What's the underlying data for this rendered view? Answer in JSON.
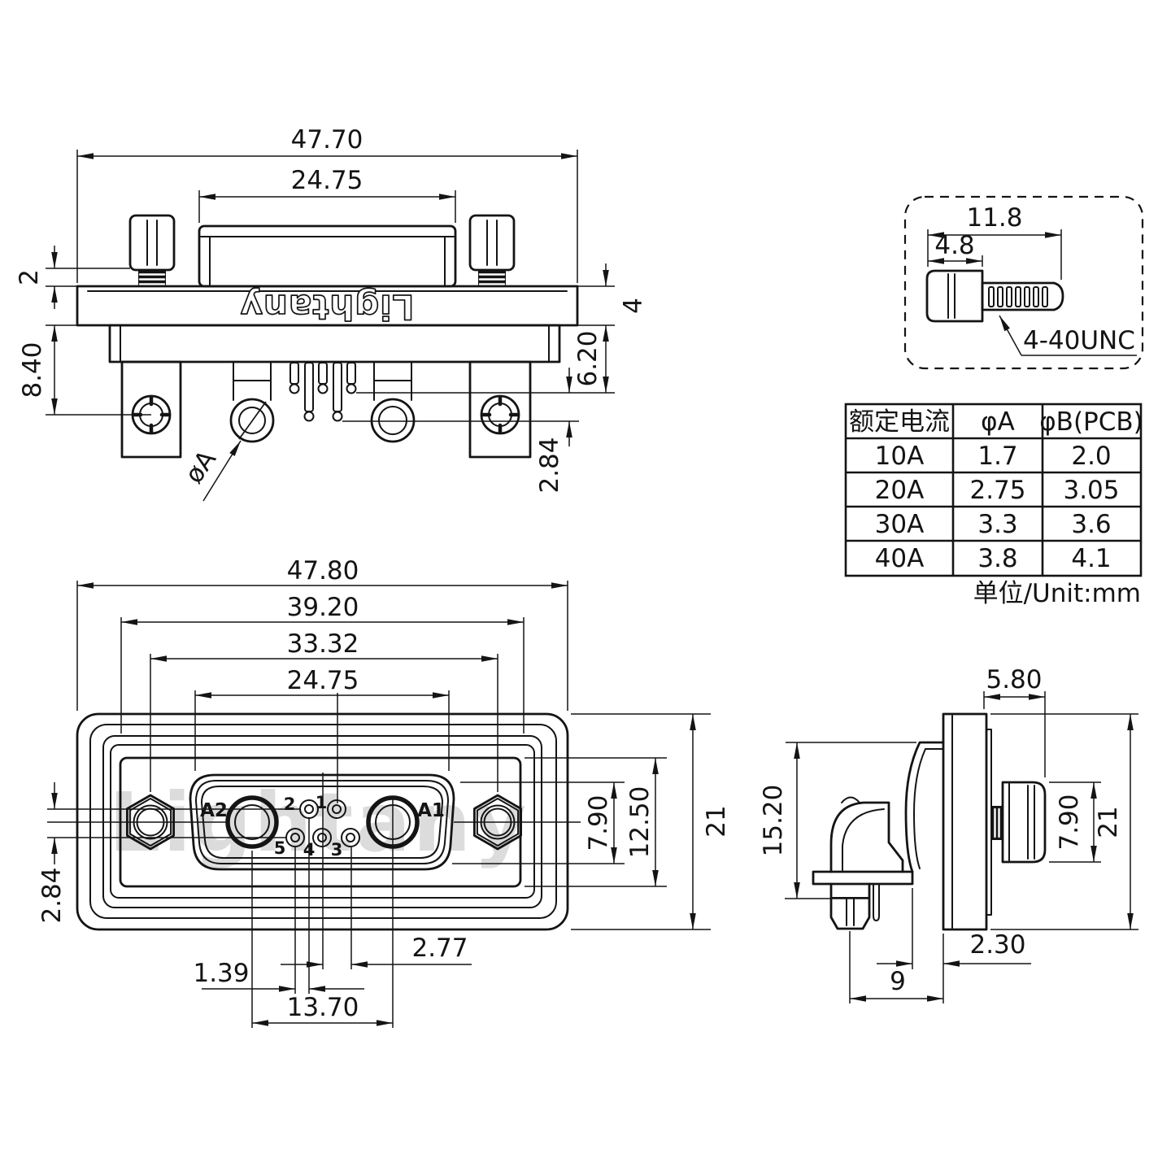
{
  "drawing": {
    "brand_logo": "Lightany",
    "watermark": "Lightany"
  },
  "top_view": {
    "dims": {
      "overall_width": "47.70",
      "shroud_width": "24.75",
      "washer_gap": "2",
      "bracket_drop": "8.40",
      "flange_thickness": "4",
      "rear_body_depth": "6.20",
      "pin_row_stagger": "2.84",
      "contact_diameter_label": "øA"
    }
  },
  "screw_detail": {
    "dims": {
      "overall_length": "11.8",
      "head_length": "4.8"
    },
    "thread_spec": "4-40UNC"
  },
  "spec_table": {
    "headers": [
      "额定电流",
      "φA",
      "φB(PCB)"
    ],
    "rows": [
      [
        "10A",
        "1.7",
        "2.0"
      ],
      [
        "20A",
        "2.75",
        "3.05"
      ],
      [
        "30A",
        "3.3",
        "3.6"
      ],
      [
        "40A",
        "3.8",
        "4.1"
      ]
    ],
    "unit_note": "单位/Unit:mm"
  },
  "front_view": {
    "dims": {
      "overall_width": "47.80",
      "shell_width": "39.20",
      "mount_hole_spacing": "33.32",
      "insert_width": "24.75",
      "insert_height": "7.90",
      "face_height": "12.50",
      "overall_height": "21",
      "pin_row_stagger": "2.84",
      "pin_pitch": "2.77",
      "pin_row_offset": "1.39",
      "power_contact_spacing": "13.70"
    },
    "power_contacts": {
      "left": "A2",
      "right": "A1"
    },
    "pin_labels": [
      "2",
      "1",
      "5",
      "4",
      "3"
    ]
  },
  "side_view": {
    "dims": {
      "screw_protrusion": "5.80",
      "body_height": "15.20",
      "screw_head_height": "7.90",
      "overall_height": "21",
      "plate_to_flange": "2.30",
      "rear_depth": "9"
    }
  }
}
